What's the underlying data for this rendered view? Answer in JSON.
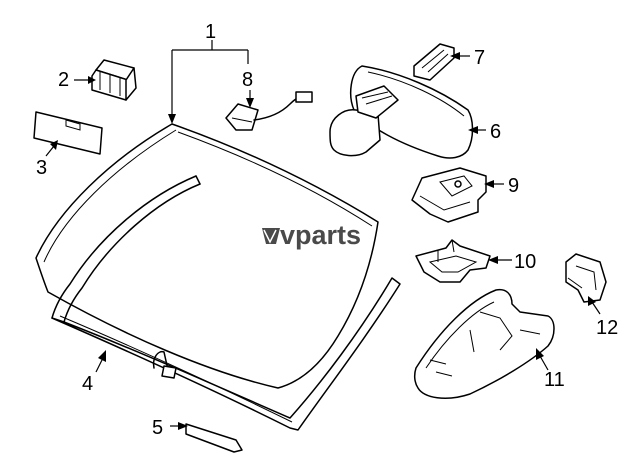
{
  "diagram": {
    "watermark": "vparts",
    "callouts": [
      "1",
      "2",
      "3",
      "4",
      "5",
      "6",
      "7",
      "8",
      "9",
      "10",
      "11",
      "12"
    ]
  }
}
